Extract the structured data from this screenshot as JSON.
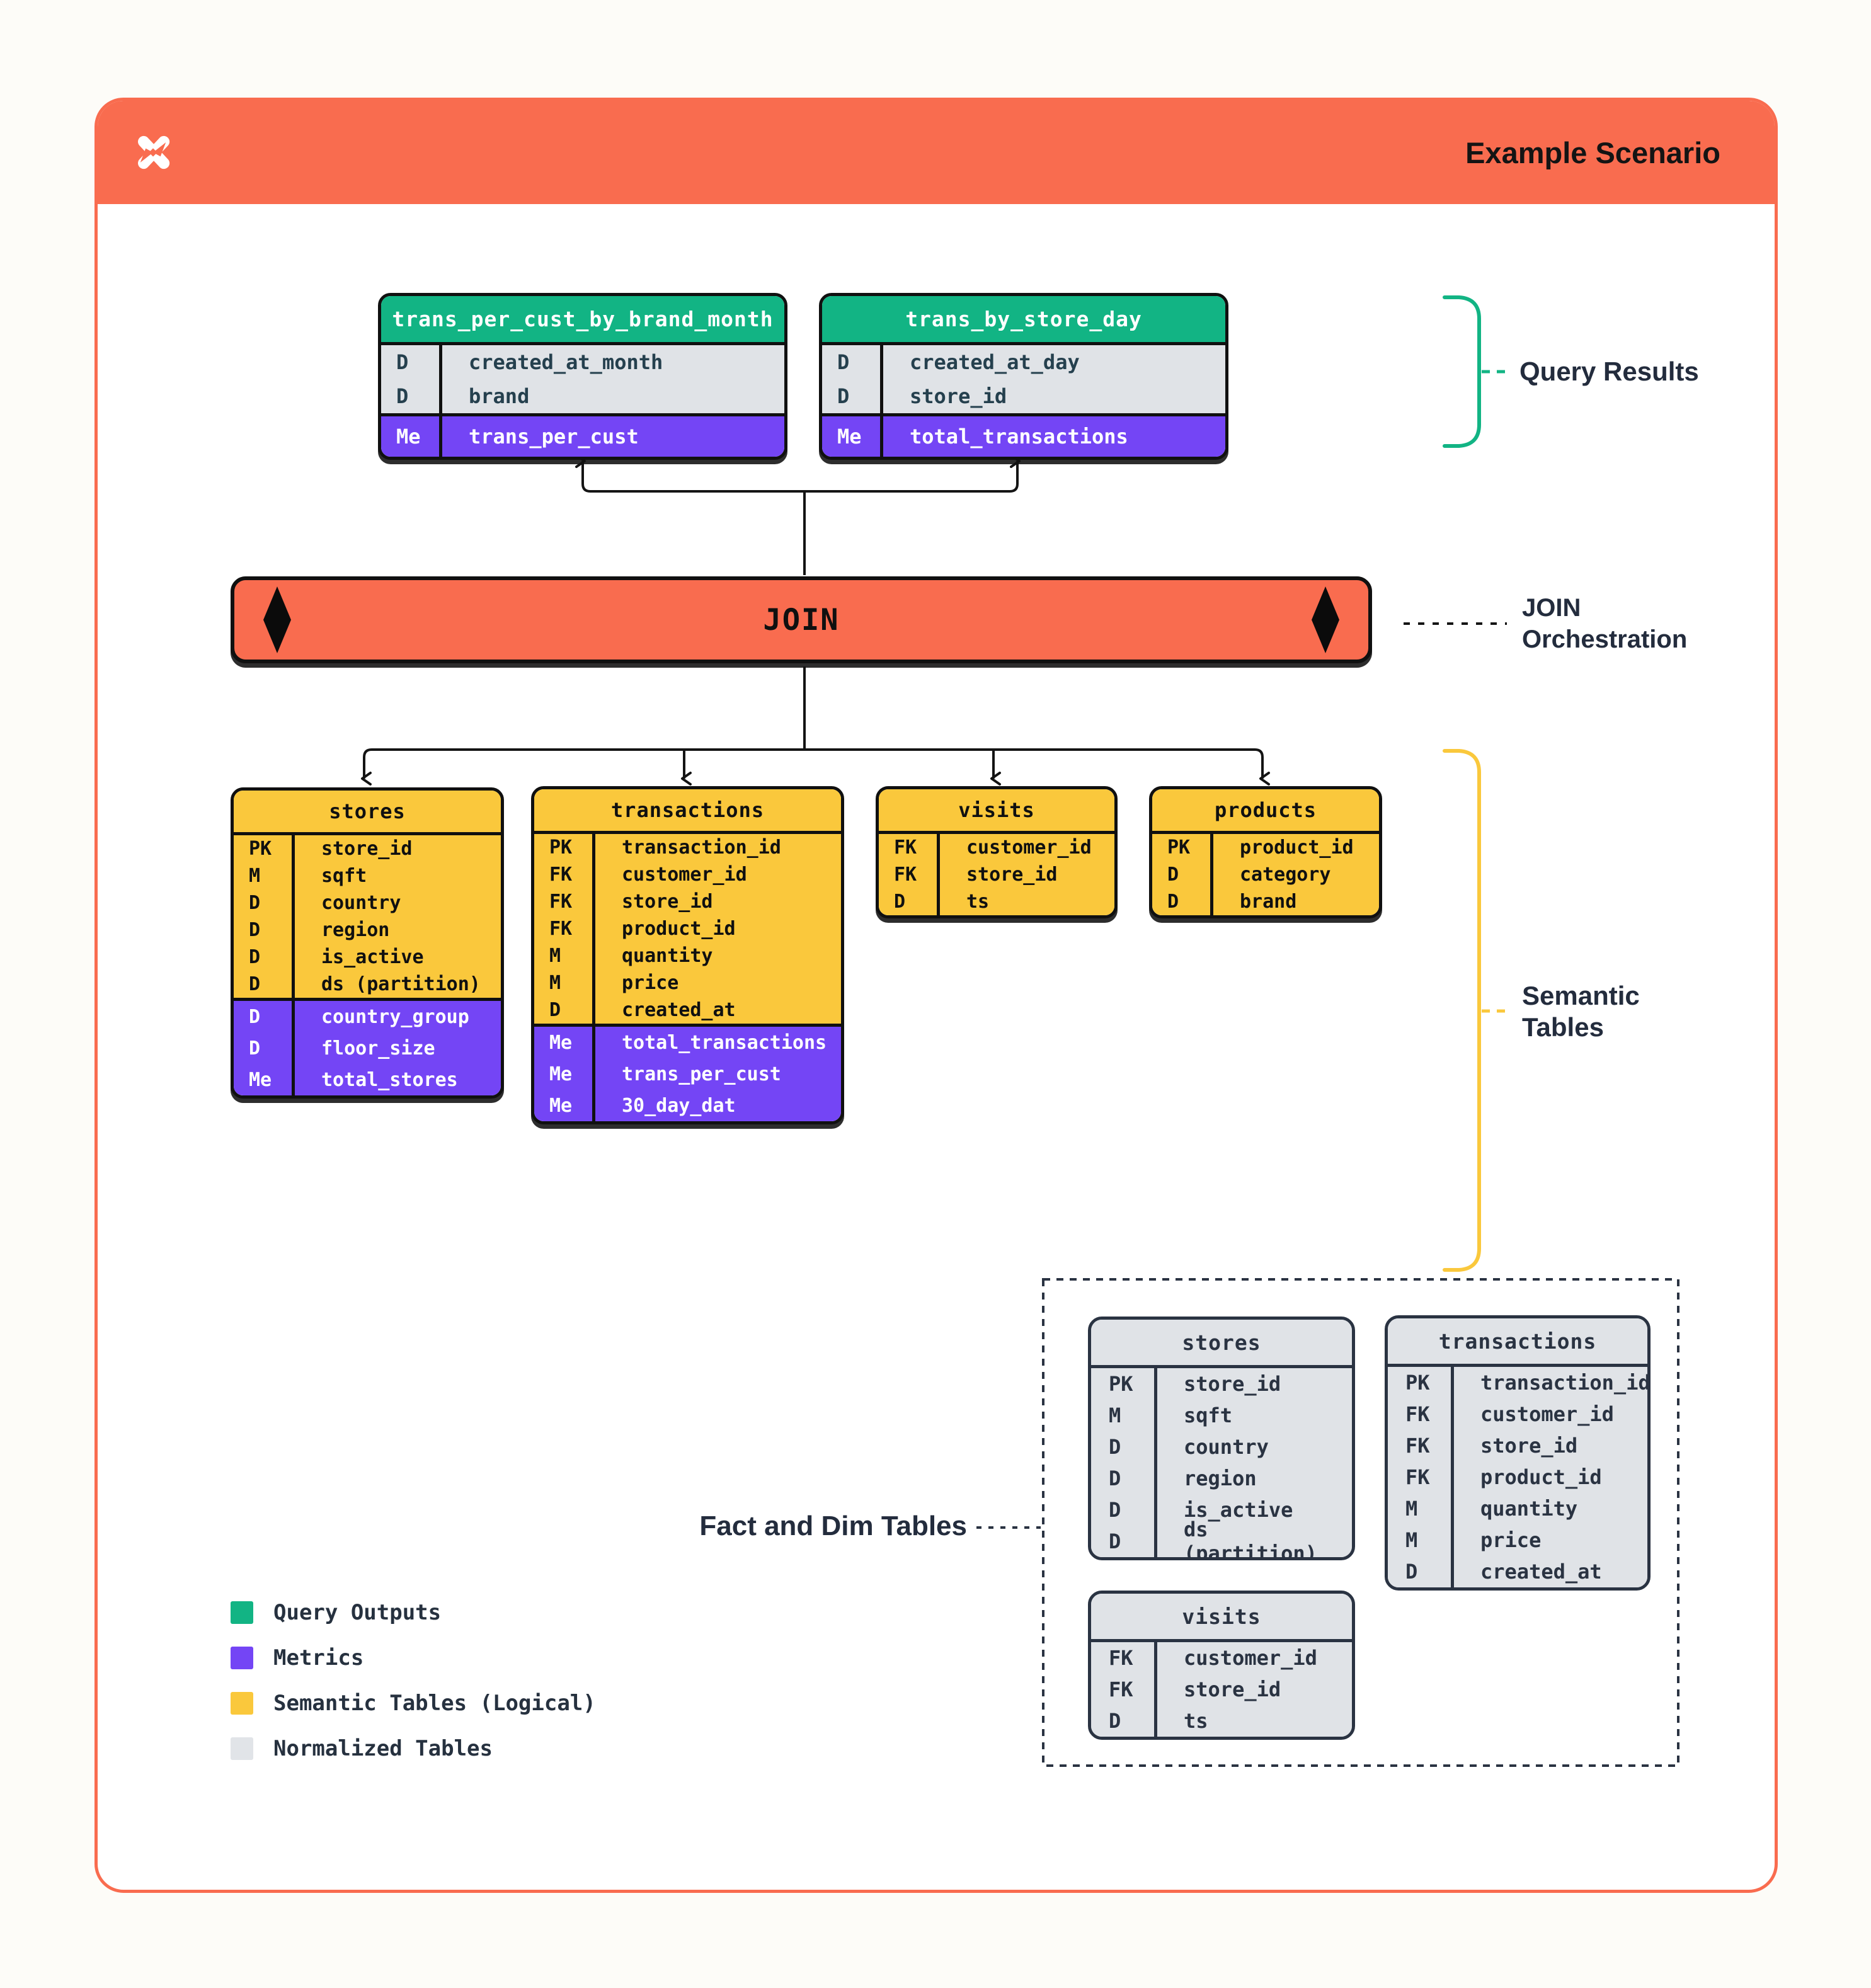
{
  "header": {
    "title": "Example Scenario"
  },
  "join_bar": {
    "label": "JOIN"
  },
  "labels": {
    "query_results": "Query Results",
    "join_orchestration": "JOIN\nOrchestration",
    "semantic_tables": "Semantic\nTables",
    "fact_dim": "Fact and Dim Tables"
  },
  "colors": {
    "orange": "#F96C4F",
    "green": "#12B484",
    "purple": "#7445F5",
    "yellow": "#FAC83C",
    "gray": "#E0E3E7",
    "ink": "#101010",
    "navy": "#2A3342"
  },
  "query_tables": [
    {
      "title": "trans_per_cust_by_brand_month",
      "sections": [
        {
          "kind": "dims",
          "rows": [
            {
              "k": "D",
              "n": "created_at_month"
            },
            {
              "k": "D",
              "n": "brand"
            }
          ]
        },
        {
          "kind": "metrics",
          "rows": [
            {
              "k": "Me",
              "n": "trans_per_cust"
            }
          ]
        }
      ]
    },
    {
      "title": "trans_by_store_day",
      "sections": [
        {
          "kind": "dims",
          "rows": [
            {
              "k": "D",
              "n": "created_at_day"
            },
            {
              "k": "D",
              "n": "store_id"
            }
          ]
        },
        {
          "kind": "metrics",
          "rows": [
            {
              "k": "Me",
              "n": "total_transactions"
            }
          ]
        }
      ]
    }
  ],
  "semantic_tables": [
    {
      "title": "stores",
      "sections": [
        {
          "kind": "dims",
          "rows": [
            {
              "k": "PK",
              "n": "store_id"
            },
            {
              "k": "M",
              "n": "sqft"
            },
            {
              "k": "D",
              "n": "country"
            },
            {
              "k": "D",
              "n": "region"
            },
            {
              "k": "D",
              "n": "is_active"
            },
            {
              "k": "D",
              "n": "ds (partition)"
            }
          ]
        },
        {
          "kind": "metrics",
          "rows": [
            {
              "k": "D",
              "n": "country_group"
            },
            {
              "k": "D",
              "n": "floor_size"
            },
            {
              "k": "Me",
              "n": "total_stores"
            }
          ]
        }
      ]
    },
    {
      "title": "transactions",
      "sections": [
        {
          "kind": "dims",
          "rows": [
            {
              "k": "PK",
              "n": "transaction_id"
            },
            {
              "k": "FK",
              "n": "customer_id"
            },
            {
              "k": "FK",
              "n": "store_id"
            },
            {
              "k": "FK",
              "n": "product_id"
            },
            {
              "k": "M",
              "n": "quantity"
            },
            {
              "k": "M",
              "n": "price"
            },
            {
              "k": "D",
              "n": "created_at"
            }
          ]
        },
        {
          "kind": "metrics",
          "rows": [
            {
              "k": "Me",
              "n": "total_transactions"
            },
            {
              "k": "Me",
              "n": "trans_per_cust"
            },
            {
              "k": "Me",
              "n": "30_day_dat"
            }
          ]
        }
      ]
    },
    {
      "title": "visits",
      "sections": [
        {
          "kind": "dims",
          "rows": [
            {
              "k": "FK",
              "n": "customer_id"
            },
            {
              "k": "FK",
              "n": "store_id"
            },
            {
              "k": "D",
              "n": "ts"
            }
          ]
        }
      ]
    },
    {
      "title": "products",
      "sections": [
        {
          "kind": "dims",
          "rows": [
            {
              "k": "PK",
              "n": "product_id"
            },
            {
              "k": "D",
              "n": "category"
            },
            {
              "k": "D",
              "n": "brand"
            }
          ]
        }
      ]
    }
  ],
  "normalized_tables": [
    {
      "title": "stores",
      "sections": [
        {
          "kind": "dims",
          "rows": [
            {
              "k": "PK",
              "n": "store_id"
            },
            {
              "k": "M",
              "n": "sqft"
            },
            {
              "k": "D",
              "n": "country"
            },
            {
              "k": "D",
              "n": "region"
            },
            {
              "k": "D",
              "n": "is_active"
            },
            {
              "k": "D",
              "n": "ds (partition)"
            }
          ]
        }
      ]
    },
    {
      "title": "transactions",
      "sections": [
        {
          "kind": "dims",
          "rows": [
            {
              "k": "PK",
              "n": "transaction_id"
            },
            {
              "k": "FK",
              "n": "customer_id"
            },
            {
              "k": "FK",
              "n": "store_id"
            },
            {
              "k": "FK",
              "n": "product_id"
            },
            {
              "k": "M",
              "n": "quantity"
            },
            {
              "k": "M",
              "n": "price"
            },
            {
              "k": "D",
              "n": "created_at"
            }
          ]
        }
      ]
    },
    {
      "title": "visits",
      "sections": [
        {
          "kind": "dims",
          "rows": [
            {
              "k": "FK",
              "n": "customer_id"
            },
            {
              "k": "FK",
              "n": "store_id"
            },
            {
              "k": "D",
              "n": "ts"
            }
          ]
        }
      ]
    }
  ],
  "legend": [
    {
      "swatch": "#12B484",
      "label": "Query Outputs"
    },
    {
      "swatch": "#7445F5",
      "label": "Metrics"
    },
    {
      "swatch": "#FAC83C",
      "label": "Semantic Tables (Logical)"
    },
    {
      "swatch": "#E1E4E8",
      "label": "Normalized Tables"
    }
  ]
}
